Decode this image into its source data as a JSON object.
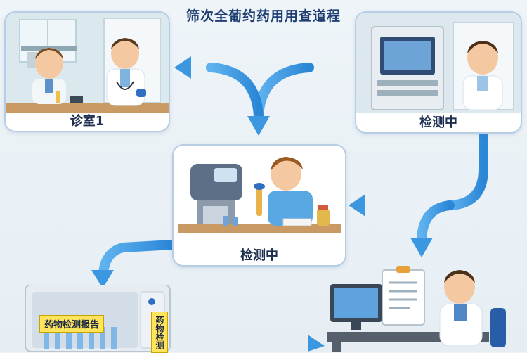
{
  "title": "筛次全葡约药用用查道程",
  "nodes": {
    "clinic": {
      "caption": "诊室1"
    },
    "testing_top": {
      "caption": "检测中"
    },
    "testing_lab": {
      "caption": "检测中"
    }
  },
  "report": {
    "title": "药物检测报告",
    "side_label": "药物检测"
  },
  "colors": {
    "arrow": "#3b97e0",
    "card_border": "#b7cde6",
    "title": "#1f3f73"
  }
}
